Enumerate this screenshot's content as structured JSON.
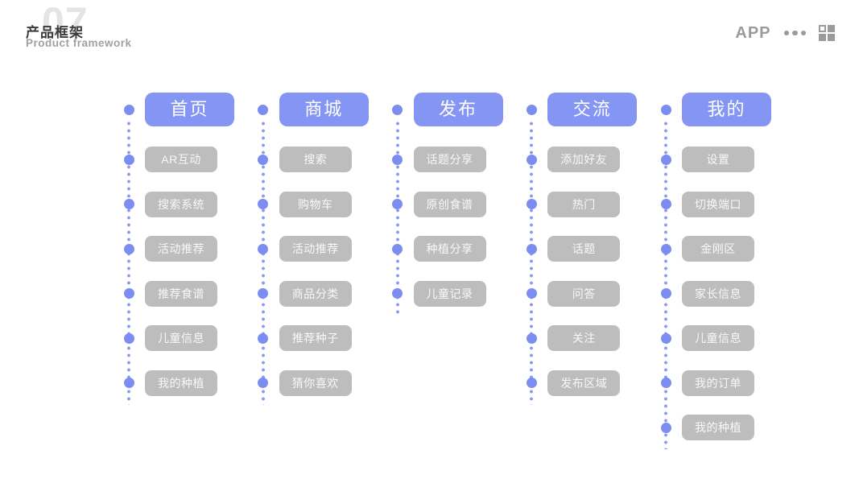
{
  "page": {
    "number": "07",
    "title": "产品框架",
    "subtitle": "Product framework"
  },
  "topbar": {
    "app_label": "APP",
    "icons": [
      "ellipsis-icon",
      "grid-icon"
    ]
  },
  "colors": {
    "accent_header": "#8495f3",
    "connector_dot": "#7b8df0",
    "connector_small_dot": "#8a9af4",
    "item_bg": "#bdbdbd",
    "item_text": "#f8f8f8",
    "title_text": "#3b3b3b",
    "muted_text": "#a0a0a0",
    "watermark_text": "#e4e4e4",
    "topbar_gray": "#9b9b9b",
    "background": "#ffffff"
  },
  "framework": {
    "columns": [
      {
        "label": "首页",
        "items": [
          "AR互动",
          "搜索系统",
          "活动推荐",
          "推荐食谱",
          "儿童信息",
          "我的种植"
        ]
      },
      {
        "label": "商城",
        "items": [
          "搜索",
          "购物车",
          "活动推荐",
          "商品分类",
          "推荐种子",
          "猜你喜欢"
        ]
      },
      {
        "label": "发布",
        "items": [
          "话题分享",
          "原创食谱",
          "种植分享",
          "儿童记录"
        ]
      },
      {
        "label": "交流",
        "items": [
          "添加好友",
          "热门",
          "话题",
          "问答",
          "关注",
          "发布区域"
        ]
      },
      {
        "label": "我的",
        "items": [
          "设置",
          "切换端口",
          "金刚区",
          "家长信息",
          "儿童信息",
          "我的订单",
          "我的种植"
        ]
      }
    ]
  }
}
